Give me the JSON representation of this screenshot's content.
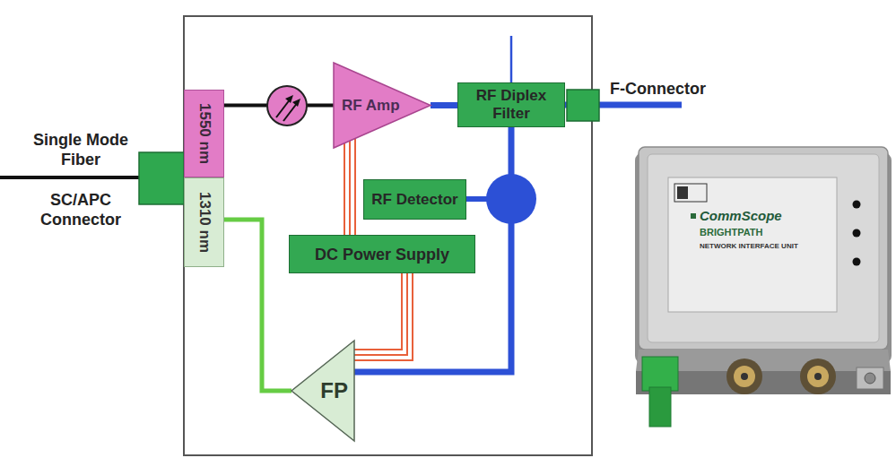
{
  "diagram": {
    "nodes": [
      {
        "text": [
          "1550 nm"
        ]
      },
      {
        "text": [
          "1310 nm"
        ]
      },
      {
        "text": [
          "RF Amp"
        ]
      },
      {
        "text": [
          "RF Diplex Filter"
        ]
      },
      {
        "text": [
          "RF Detector"
        ]
      },
      {
        "text": [
          "DC Power Supply"
        ]
      },
      {
        "text": [
          "FP"
        ]
      }
    ],
    "edges": [
      {
        "from": 0,
        "to": 2,
        "arrow": "none"
      },
      {
        "from": 2,
        "to": 3,
        "arrow": "none"
      },
      {
        "from": 3,
        "to": 6,
        "arrow": "none"
      },
      {
        "from": 1,
        "to": 6,
        "arrow": "none"
      },
      {
        "from": 5,
        "to": 2,
        "arrow": "none"
      },
      {
        "from": 5,
        "to": 6,
        "arrow": "none"
      }
    ],
    "labels": [
      "Single Mode Fiber",
      "SC/APC Connector",
      "F-Connector",
      "CommScope",
      "BRIGHTPATH",
      "NETWORK INTERFACE UNIT"
    ]
  }
}
